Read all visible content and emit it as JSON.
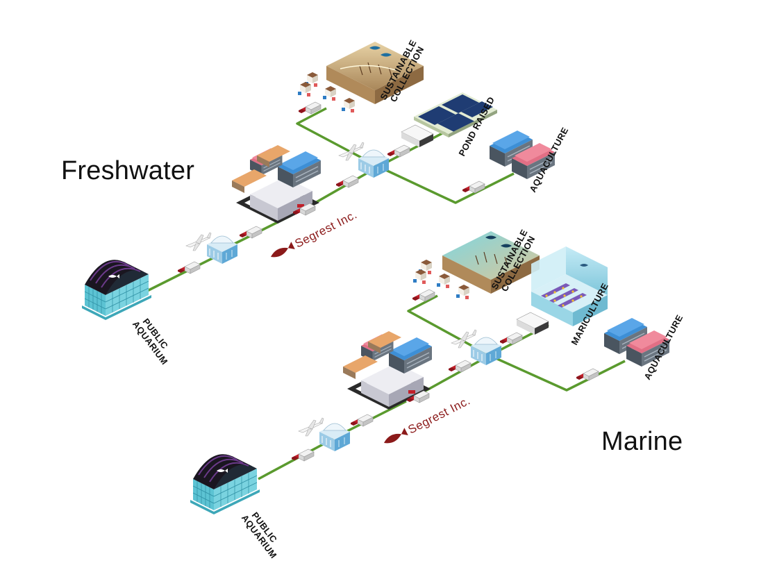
{
  "diagrams": {
    "freshwater": {
      "title": "Freshwater",
      "brand": "Segrest Inc.",
      "sources": {
        "collection_line1": "SUSTAINABLE",
        "collection_line2": "COLLECTION",
        "farm": "POND RAISED",
        "aquaculture": "AQUACULTURE"
      },
      "destination_line1": "PUBLIC",
      "destination_line2": "AQUARIUM"
    },
    "marine": {
      "title": "Marine",
      "brand": "Segrest Inc.",
      "sources": {
        "collection_line1": "SUSTAINABLE",
        "collection_line2": "COLLECTION",
        "farm": "MARICULTURE",
        "aquaculture": "AQUACULTURE"
      },
      "destination_line1": "PUBLIC",
      "destination_line2": "AQUARIUM"
    }
  },
  "colors": {
    "route": "#5a9a2e",
    "brand": "#8b1a1a",
    "aquarium_glass": "#5cc3d3",
    "aquarium_roof": "#2a2230",
    "hangar_blue": "#2e7cc4",
    "hangar_pink": "#e27a8c",
    "pond_water": "#1f3c73",
    "sand": "#c9ad7c"
  },
  "icons": [
    "public-aquarium-icon",
    "airport-terminal-icon",
    "airplane-icon",
    "truck-icon",
    "warehouse-icon",
    "fish-logo-icon",
    "sustainable-collection-icon",
    "pond-icon",
    "mariculture-tank-icon",
    "aquaculture-hangar-icon"
  ]
}
